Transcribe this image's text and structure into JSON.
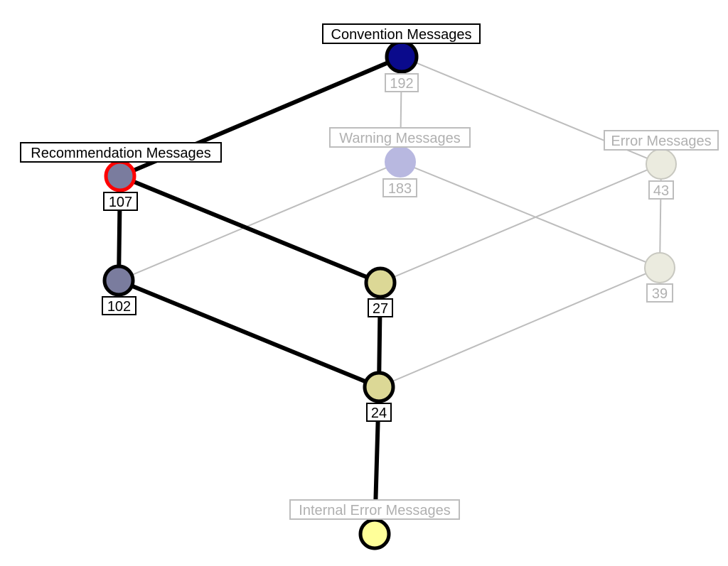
{
  "labels": {
    "convention": "Convention Messages",
    "warning": "Warning Messages",
    "error": "Error Messages",
    "recommendation": "Recommendation Messages",
    "internal_error": "Internal Error Messages"
  },
  "counts": {
    "n192": "192",
    "n183": "183",
    "n43": "43",
    "n107": "107",
    "n102": "102",
    "n27": "27",
    "n39": "39",
    "n24": "24"
  },
  "colors": {
    "convention": "#0a0a8c",
    "warning": "#b8b8e0",
    "error": "#ebebdf",
    "recommendation": "#7a7c9e",
    "n102": "#7a7c9e",
    "n27": "#dcd896",
    "n39": "#ebebdf",
    "n24": "#dcd896",
    "internal_error": "#ffff99",
    "selected_outline": "#ff0000"
  }
}
